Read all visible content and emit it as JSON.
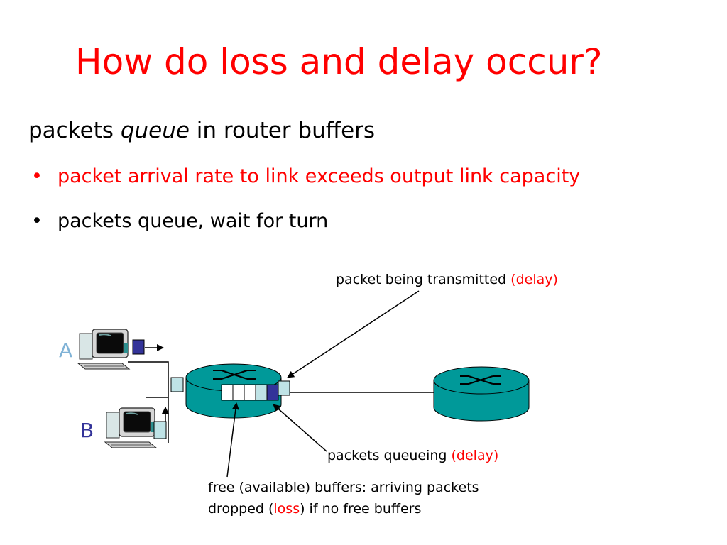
{
  "slide": {
    "title": "How do loss and delay occur?",
    "subtitle": {
      "pre": "packets ",
      "em": "queue",
      "post": " in router buffers"
    },
    "bullets": [
      "packet arrival rate to link exceeds output link capacity",
      "packets queue, wait for turn"
    ],
    "bullet_symbol": "•"
  },
  "diagram": {
    "host_a": "A",
    "host_b": "B",
    "label_transmitted": {
      "text": "packet being transmitted ",
      "red": "(delay)"
    },
    "label_queueing": {
      "text": "packets queueing ",
      "red": "(delay)"
    },
    "label_free": {
      "line1": "free (available) buffers: arriving packets",
      "line2_pre": "dropped (",
      "line2_red": "loss",
      "line2_post": ") if no free buffers"
    }
  },
  "colors": {
    "title": "#ff0000",
    "router": "#009999",
    "queued_packet": "#333399",
    "in_flight_packet": "#bfe3e6",
    "host_label_a": "#7fb2d6",
    "host_label_b": "#333399"
  },
  "icons": [
    "computer-icon",
    "router-icon"
  ]
}
